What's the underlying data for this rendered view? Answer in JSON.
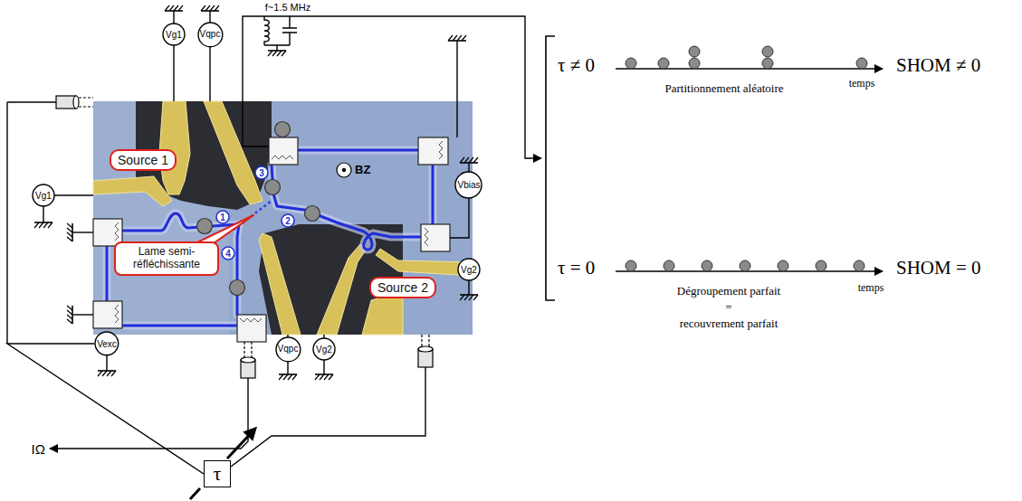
{
  "diagram": {
    "nodes": [
      {
        "text": [
          "Vg1"
        ]
      },
      {
        "text": [
          "Vqpc"
        ]
      },
      {
        "text": [
          "Source 1"
        ]
      },
      {
        "text": [
          "Vg1"
        ]
      },
      {
        "text": [
          "Vbias"
        ]
      },
      {
        "text": [
          "3"
        ]
      },
      {
        "text": [
          "2"
        ]
      },
      {
        "text": [
          "1"
        ]
      },
      {
        "text": [
          "Lame semi- réfléchissante"
        ]
      },
      {
        "text": [
          "4"
        ]
      },
      {
        "text": [
          "Vg2"
        ]
      },
      {
        "text": [
          "Source 2"
        ]
      },
      {
        "text": [
          "Vexc"
        ]
      },
      {
        "text": [
          "Vqpc"
        ]
      },
      {
        "text": [
          "Vg2"
        ]
      },
      {
        "text": [
          "τ"
        ]
      }
    ],
    "edges": [
      {
        "from": 12,
        "to": 15,
        "arrow": "none"
      }
    ],
    "labels": [
      "f~1.5 MHz",
      "BZ",
      "IΩ",
      "τ ≠ 0",
      "Partitionnement aléatoire",
      "temps",
      "SHOM ≠ 0",
      "τ = 0",
      "Dégroupement parfait",
      "=",
      "recouvrement parfait",
      "temps",
      "SHOM = 0"
    ]
  }
}
